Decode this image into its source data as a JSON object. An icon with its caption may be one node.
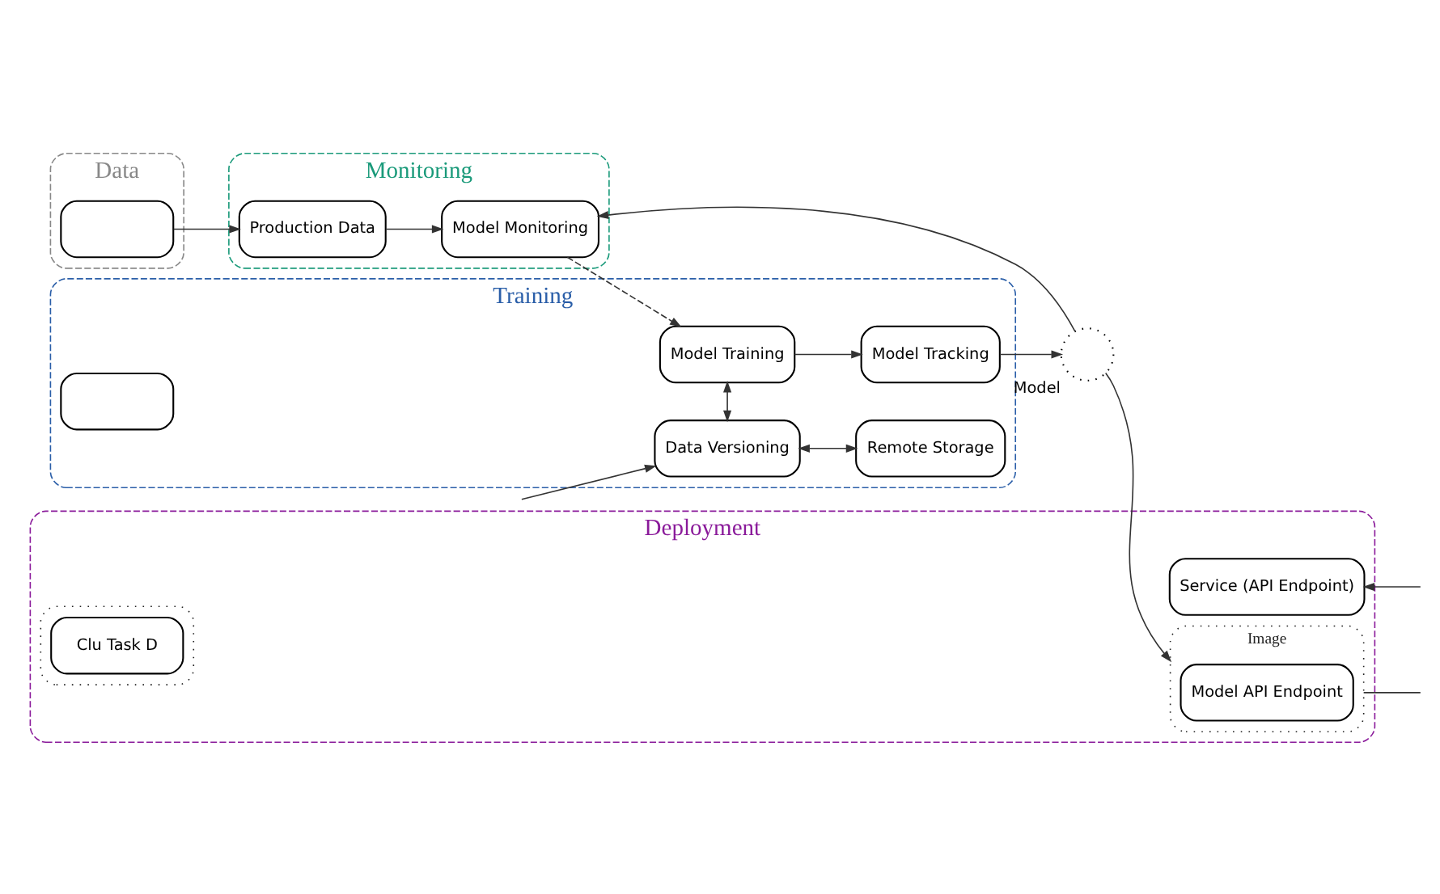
{
  "diagram": {
    "nodes": [
      {
        "text": [
          "Data"
        ]
      },
      {
        "text": [],
        "shape": "box",
        "in": 0
      },
      {
        "text": [
          "Monitoring"
        ]
      },
      {
        "text": [
          "Production Data"
        ],
        "in": 2
      },
      {
        "text": [
          "Model Monitoring"
        ],
        "in": 2
      },
      {
        "text": [
          "Training"
        ]
      },
      {
        "text": [],
        "shape": "box",
        "in": 5
      },
      {
        "text": [
          "Model Training"
        ],
        "in": 5
      },
      {
        "text": [
          "Model Tracking"
        ],
        "in": 5
      },
      {
        "text": [
          "Data Versioning"
        ],
        "in": 5
      },
      {
        "text": [
          "Remote Storage"
        ],
        "in": 5
      },
      {
        "text": [
          "Deployment"
        ]
      },
      {
        "text": [
          "Service (API Endpoint)"
        ],
        "in": 11
      },
      {
        "text": [],
        "shape": "box",
        "in": 11
      },
      {
        "text": [
          "Clu Task D"
        ],
        "in": 13
      },
      {
        "text": [
          "Image"
        ],
        "in": 11
      },
      {
        "text": [
          "Model API Endpoint"
        ],
        "in": 15
      },
      {
        "text": [],
        "shape": "circle",
        "beside": [
          "Model"
        ]
      }
    ],
    "edges": [
      {
        "from": 1,
        "to": 3,
        "arrow": "to"
      },
      {
        "from": 3,
        "to": 4,
        "arrow": "to"
      },
      {
        "from": 4,
        "to": 7,
        "arrow": "to",
        "style": "dashed"
      },
      {
        "from": 7,
        "to": 8,
        "arrow": "to"
      },
      {
        "from": 7,
        "to": 9,
        "arrow": "both"
      },
      {
        "from": null,
        "to": 9,
        "arrow": "to"
      },
      {
        "from": 9,
        "to": 10,
        "arrow": "both"
      },
      {
        "from": 8,
        "to": 17,
        "arrow": "to"
      },
      {
        "from": 17,
        "to": 4,
        "arrow": "to"
      },
      {
        "from": 17,
        "to": 15,
        "arrow": "to"
      },
      {
        "from": null,
        "to": 12,
        "arrow": "to"
      },
      {
        "from": 15,
        "to": null,
        "arrow": "none"
      }
    ]
  }
}
